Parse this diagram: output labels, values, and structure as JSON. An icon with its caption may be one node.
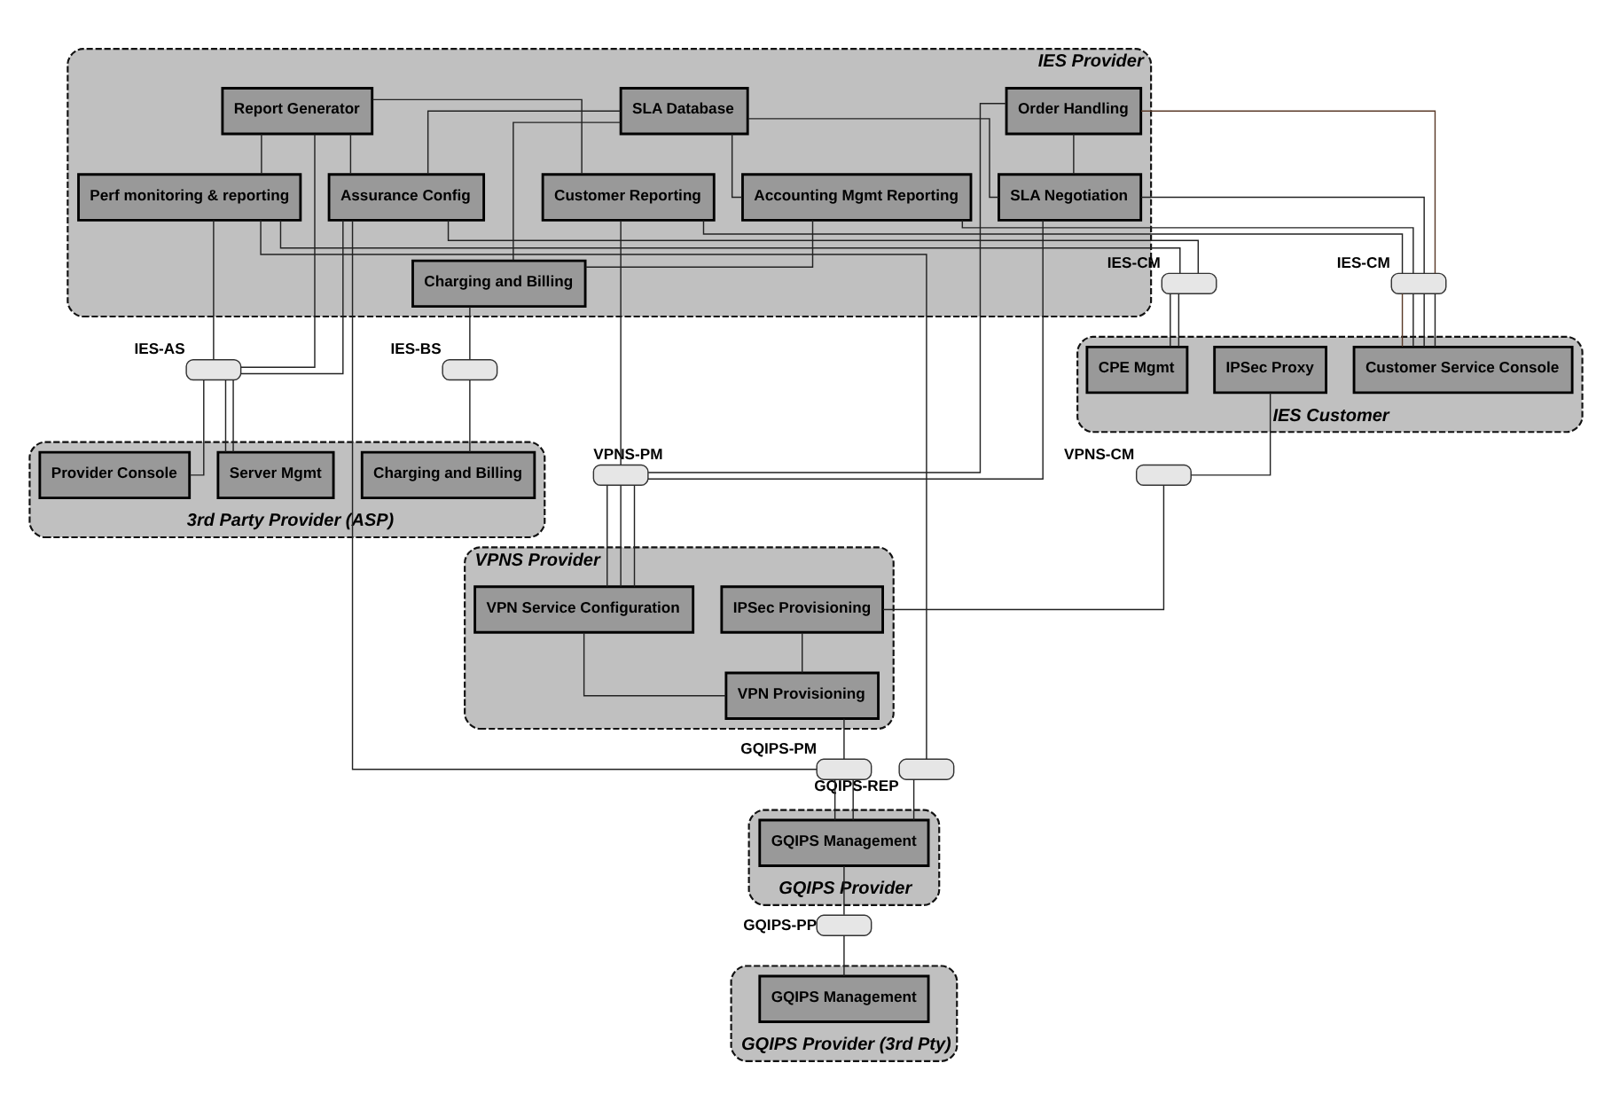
{
  "diagram": {
    "nodes": [
      {
        "text": [
          "IES Provider"
        ]
      },
      {
        "text": [
          "SLA Database"
        ],
        "in": 0
      },
      {
        "text": [
          "Order Handling"
        ],
        "in": 0
      },
      {
        "text": [
          "SLA Negotiation"
        ],
        "in": 0
      },
      {
        "text": [
          "Report Generator"
        ],
        "in": 0
      },
      {
        "text": [
          "Assurance Config"
        ],
        "in": 0
      },
      {
        "text": [
          "Perf monitoring & reporting"
        ],
        "in": 0
      },
      {
        "text": [
          "Accounting Mgmt Reporting"
        ],
        "in": 0
      },
      {
        "text": [
          "Customer Reporting"
        ],
        "in": 0
      },
      {
        "text": [
          "Charging and Billing"
        ],
        "in": 0
      },
      {
        "text": [],
        "shape": "capsule",
        "beside": [
          "IES-CM"
        ]
      },
      {
        "text": [],
        "shape": "capsule",
        "beside": [
          "VPNS-PM"
        ]
      },
      {
        "text": [],
        "shape": "capsule",
        "beside": [
          "IES-AS"
        ]
      },
      {
        "text": [],
        "shape": "capsule",
        "beside": [
          "IES-BS"
        ]
      },
      {
        "text": [
          "IES Customer"
        ]
      },
      {
        "text": [
          "Customer Service Console"
        ],
        "in": 14
      },
      {
        "text": [
          "IPSec Proxy"
        ],
        "in": 14
      },
      {
        "text": [
          "CPE Mgmt"
        ],
        "in": 14
      },
      {
        "text": [
          "VPNS Provider"
        ]
      },
      {
        "text": [
          "VPN Service Configuration"
        ],
        "in": 18
      },
      {
        "text": [
          "IPSec Provisioning"
        ],
        "in": 18
      },
      {
        "text": [
          "VPN Provisioning"
        ],
        "in": 18
      },
      {
        "text": [
          "3rd Party Provider (ASP)"
        ]
      },
      {
        "text": [
          "Charging and Billing"
        ],
        "in": 22
      },
      {
        "text": [
          "Provider Console"
        ],
        "in": 22
      },
      {
        "text": [
          "Server Mgmt"
        ],
        "in": 22
      },
      {
        "text": [],
        "shape": "capsule",
        "beside": [
          "VPNS-CM"
        ]
      },
      {
        "text": [],
        "shape": "capsule",
        "beside": [
          "IES-CM"
        ]
      },
      {
        "text": [],
        "shape": "capsule",
        "beside": [
          "GQIPS-PM"
        ]
      },
      {
        "text": [],
        "shape": "capsule",
        "beside": [
          "GQIPS-REP"
        ]
      },
      {
        "text": [],
        "shape": "capsule",
        "beside": [
          "GQIPS-PP"
        ]
      },
      {
        "text": [
          "GQIPS Provider"
        ]
      },
      {
        "text": [
          "GQIPS Management"
        ],
        "in": 31
      },
      {
        "text": [
          "GQIPS Provider (3rd Pty)"
        ]
      },
      {
        "text": [
          "GQIPS Management"
        ],
        "in": 33
      }
    ],
    "edges": [
      {
        "from": 1,
        "to": 3,
        "arrow": "none"
      },
      {
        "from": 2,
        "to": 3,
        "arrow": "none"
      },
      {
        "from": 1,
        "to": 9,
        "arrow": "none"
      },
      {
        "from": 1,
        "to": 7,
        "arrow": "none"
      },
      {
        "from": 1,
        "to": 5,
        "arrow": "none"
      },
      {
        "from": 4,
        "to": 5,
        "arrow": "none"
      },
      {
        "from": 4,
        "to": 6,
        "arrow": "none"
      },
      {
        "from": 4,
        "to": 8,
        "arrow": "none"
      },
      {
        "from": 2,
        "to": 10,
        "arrow": "none",
        "color": "#5a3a28"
      },
      {
        "from": 10,
        "to": 15,
        "arrow": "none",
        "color": "#5a3a28"
      },
      {
        "from": 3,
        "to": 10,
        "arrow": "none"
      },
      {
        "from": 10,
        "to": 15,
        "arrow": "none"
      },
      {
        "from": 8,
        "to": 10,
        "arrow": "none"
      },
      {
        "from": 10,
        "to": 15,
        "arrow": "none"
      },
      {
        "from": 7,
        "to": 10,
        "arrow": "none"
      },
      {
        "from": 10,
        "to": 15,
        "arrow": "none"
      },
      {
        "from": 2,
        "to": 11,
        "arrow": "none"
      },
      {
        "from": 11,
        "to": 19,
        "arrow": "none"
      },
      {
        "from": 3,
        "to": 11,
        "arrow": "none"
      },
      {
        "from": 11,
        "to": 19,
        "arrow": "none"
      },
      {
        "from": 8,
        "to": 11,
        "arrow": "none"
      },
      {
        "from": 11,
        "to": 19,
        "arrow": "none"
      },
      {
        "from": 7,
        "to": 9,
        "arrow": "none"
      },
      {
        "from": 9,
        "to": 13,
        "arrow": "none"
      },
      {
        "from": 13,
        "to": 23,
        "arrow": "none"
      },
      {
        "from": 4,
        "to": 12,
        "arrow": "none"
      },
      {
        "from": 12,
        "to": 24,
        "arrow": "none"
      },
      {
        "from": 5,
        "to": 12,
        "arrow": "none"
      },
      {
        "from": 12,
        "to": 25,
        "arrow": "none"
      },
      {
        "from": 6,
        "to": 12,
        "arrow": "none"
      },
      {
        "from": 12,
        "to": 25,
        "arrow": "none"
      },
      {
        "from": 5,
        "to": 27,
        "arrow": "none"
      },
      {
        "from": 27,
        "to": 17,
        "arrow": "none"
      },
      {
        "from": 6,
        "to": 27,
        "arrow": "none"
      },
      {
        "from": 27,
        "to": 17,
        "arrow": "none"
      },
      {
        "from": 5,
        "to": 28,
        "arrow": "none"
      },
      {
        "from": 28,
        "to": 32,
        "arrow": "none"
      },
      {
        "from": 21,
        "to": 28,
        "arrow": "none"
      },
      {
        "from": 28,
        "to": 32,
        "arrow": "none"
      },
      {
        "from": 6,
        "to": 29,
        "arrow": "none"
      },
      {
        "from": 29,
        "to": 32,
        "arrow": "none"
      },
      {
        "from": 19,
        "to": 21,
        "arrow": "none"
      },
      {
        "from": 20,
        "to": 21,
        "arrow": "none"
      },
      {
        "from": 16,
        "to": 26,
        "arrow": "none"
      },
      {
        "from": 26,
        "to": 20,
        "arrow": "none"
      },
      {
        "from": 32,
        "to": 30,
        "arrow": "none"
      },
      {
        "from": 30,
        "to": 34,
        "arrow": "none"
      }
    ]
  }
}
